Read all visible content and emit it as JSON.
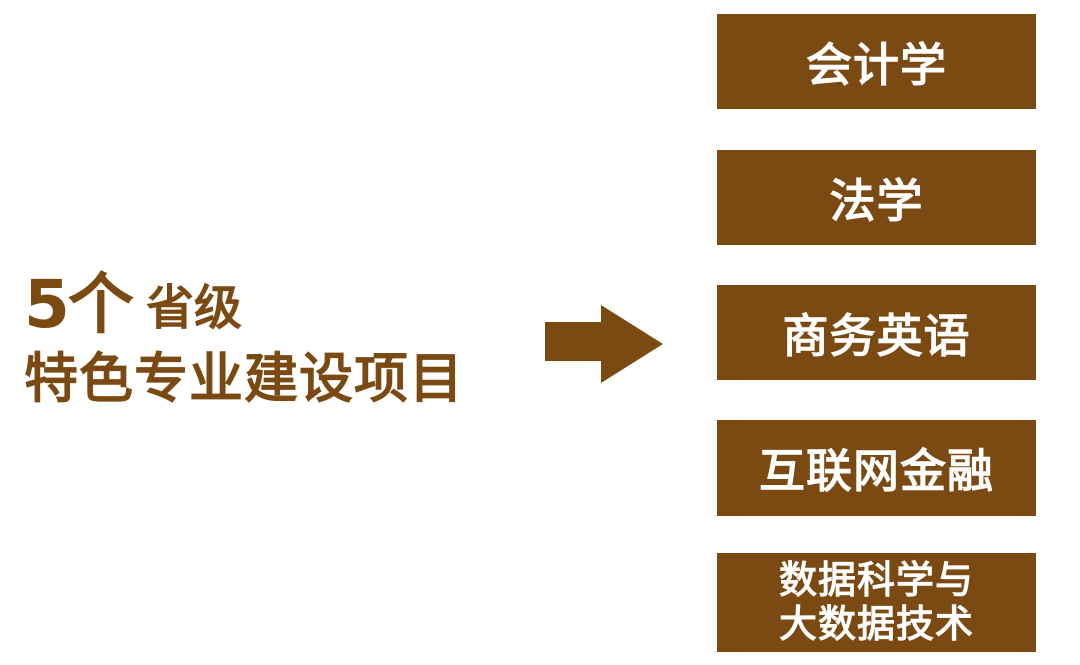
{
  "colors": {
    "brand_brown": "#7a4a12",
    "box_text": "#ffffff",
    "background": "#ffffff"
  },
  "headline": {
    "count": "5个",
    "level": "省级",
    "subtitle": "特色专业建设项目"
  },
  "arrow": {
    "icon": "right-arrow-icon"
  },
  "programs": [
    {
      "label": "会计学"
    },
    {
      "label": "法学"
    },
    {
      "label": "商务英语"
    },
    {
      "label": "互联网金融"
    },
    {
      "label_line1": "数据科学与",
      "label_line2": "大数据技术"
    }
  ]
}
